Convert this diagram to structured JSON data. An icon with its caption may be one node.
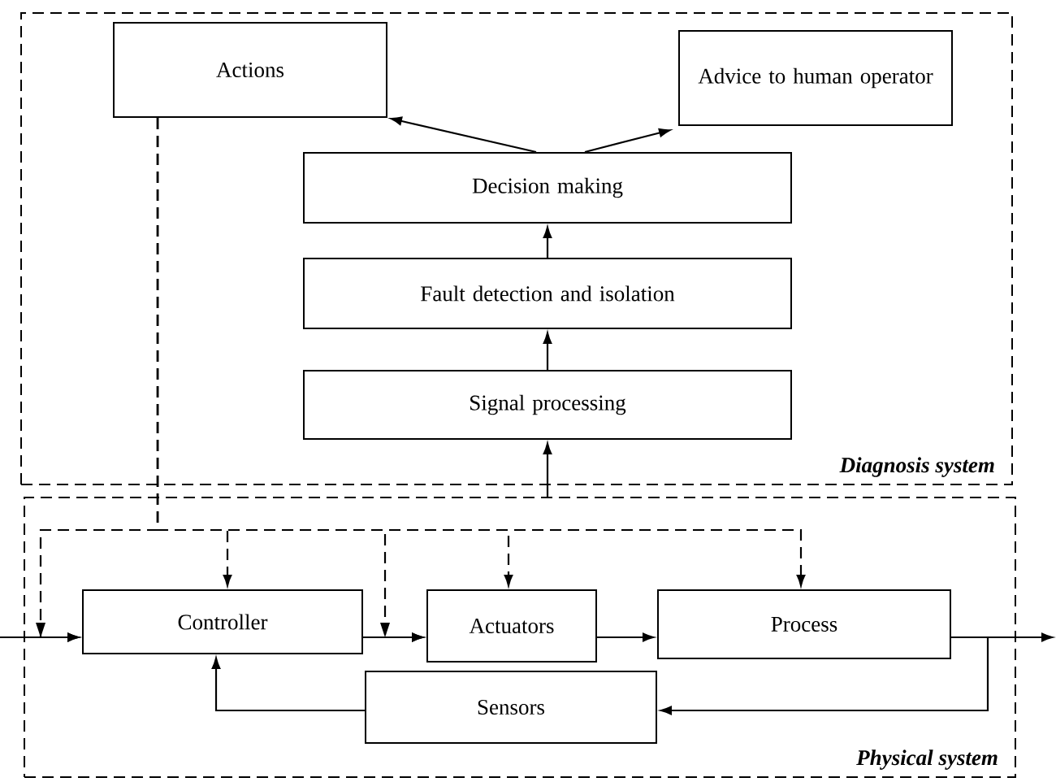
{
  "diagram": {
    "nodes": [
      {
        "text": [
          "Diagnosis system"
        ]
      },
      {
        "text": [
          "Actions"
        ],
        "in": 0
      },
      {
        "text": [
          "Advice to human operator"
        ],
        "in": 0
      },
      {
        "text": [
          "Decision making"
        ],
        "in": 0
      },
      {
        "text": [
          "Fault detection and isolation"
        ],
        "in": 0
      },
      {
        "text": [
          "Signal processing"
        ],
        "in": 0
      },
      {
        "text": [
          "Physical system"
        ]
      },
      {
        "text": [
          "Controller"
        ],
        "in": 6
      },
      {
        "text": [
          "Actuators"
        ],
        "in": 6
      },
      {
        "text": [
          "Process"
        ],
        "in": 6
      },
      {
        "text": [
          "Sensors"
        ],
        "in": 6
      }
    ],
    "edges": [
      {
        "from": 3,
        "to": 1,
        "arrow": "to"
      },
      {
        "from": 3,
        "to": 2,
        "arrow": "to"
      },
      {
        "from": 4,
        "to": 3,
        "arrow": "to"
      },
      {
        "from": 5,
        "to": 4,
        "arrow": "to"
      },
      {
        "from": 6,
        "to": 5,
        "arrow": "to"
      },
      {
        "from": 1,
        "to": 7,
        "arrow": "to",
        "style": "dashed"
      },
      {
        "from": 1,
        "to": 7,
        "arrow": "to",
        "style": "dashed"
      },
      {
        "from": 1,
        "to": 8,
        "arrow": "to",
        "style": "dashed"
      },
      {
        "from": 1,
        "to": 8,
        "arrow": "to",
        "style": "dashed"
      },
      {
        "from": 1,
        "to": 9,
        "arrow": "to",
        "style": "dashed"
      },
      {
        "from": null,
        "to": 7,
        "arrow": "to"
      },
      {
        "from": 7,
        "to": 8,
        "arrow": "to"
      },
      {
        "from": 8,
        "to": 9,
        "arrow": "to"
      },
      {
        "from": 9,
        "to": null,
        "arrow": "to"
      },
      {
        "from": 9,
        "to": 10,
        "arrow": "to"
      },
      {
        "from": 10,
        "to": 7,
        "arrow": "to"
      }
    ]
  }
}
